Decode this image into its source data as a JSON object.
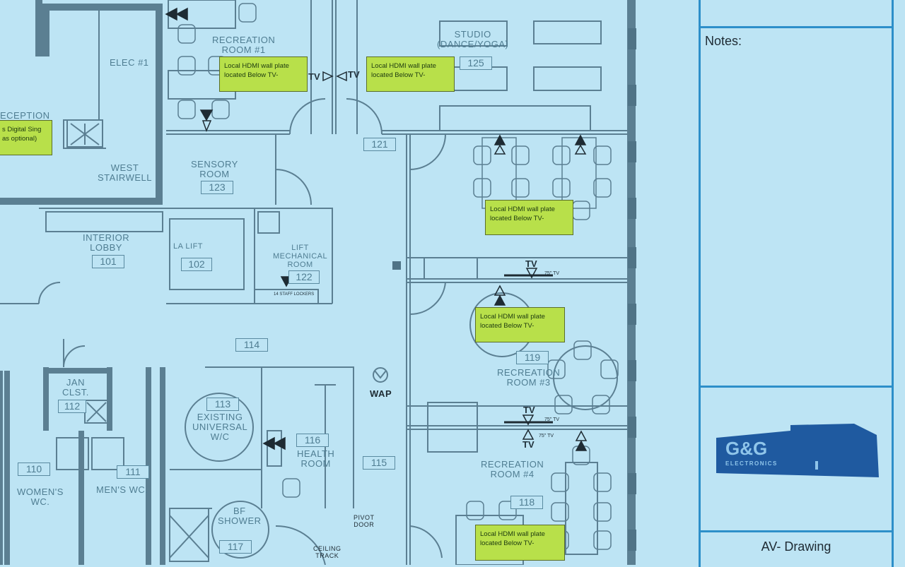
{
  "rooms": [
    {
      "id": "rec1",
      "label": "RECREATION\nROOM #1"
    },
    {
      "id": "elec",
      "label": "ELEC #1"
    },
    {
      "id": "reception",
      "label": "ECEPTION"
    },
    {
      "id": "west_stair",
      "label": "WEST\nSTAIRWELL"
    },
    {
      "id": "sensory",
      "label": "SENSORY\nROOM"
    },
    {
      "id": "studio",
      "label": "STUDIO\n(DANCE/YOGA)"
    },
    {
      "id": "lobby",
      "label": "INTERIOR\nLOBBY"
    },
    {
      "id": "lift",
      "label": "LA LIFT"
    },
    {
      "id": "lift_mech",
      "label": "LIFT\nMECHANICAL\nROOM"
    },
    {
      "id": "jan",
      "label": "JAN\nCLST."
    },
    {
      "id": "existing_wc",
      "label": "EXISTING\nUNIVERSAL\nW/C"
    },
    {
      "id": "health",
      "label": "HEALTH\nROOM"
    },
    {
      "id": "womens",
      "label": "WOMEN'S\nWC."
    },
    {
      "id": "mens",
      "label": "MEN'S WC."
    },
    {
      "id": "bf_shower",
      "label": "BF\nSHOWER"
    },
    {
      "id": "rec3",
      "label": "RECREATION\nROOM #3"
    },
    {
      "id": "rec4",
      "label": "RECREATION\nROOM #4"
    },
    {
      "id": "wap",
      "label": "WAP"
    },
    {
      "id": "pivot",
      "label": "PIVOT\nDOOR"
    },
    {
      "id": "ceiling",
      "label": "CEILING\nTRACK"
    }
  ],
  "room_numbers": [
    "125",
    "121",
    "123",
    "101",
    "102",
    "122",
    "114",
    "112",
    "113",
    "116",
    "115",
    "110",
    "111",
    "117",
    "119",
    "118"
  ],
  "notes_boxes": [
    "Local HDMI wall plate located Below TV-",
    "Local HDMI wall plate located Below TV-",
    "Local HDMI wall plate located Below TV-",
    "Local HDMI wall plate located Below TV-",
    "Local HDMI wall plate located Below TV-",
    "s Digital Sing as optional)"
  ],
  "tv_label": "TV",
  "tv_size_label": "75\" TV",
  "lockers_label": "14 STAFF LOCKERS",
  "panel": {
    "notes_label": "Notes:",
    "logo_text": "G&G",
    "logo_subtext": "ELECTRONICS",
    "drawing_title": "AV- Drawing"
  },
  "colors": {
    "background": "#bde4f4",
    "wall": "#5b7f92",
    "note_fill": "#b8e04a",
    "panel_border": "#2d8fc9",
    "logo_blue": "#1f5aa0"
  }
}
